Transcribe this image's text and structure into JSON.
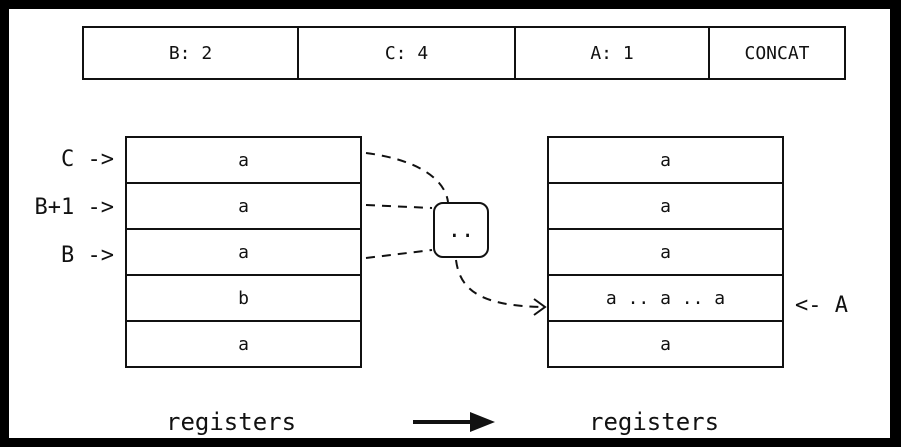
{
  "instruction": {
    "fields": [
      "B: 2",
      "C: 4",
      "A: 1",
      "CONCAT"
    ]
  },
  "left_registers": {
    "cells": [
      "a",
      "a",
      "a",
      "b",
      "a"
    ],
    "pointers": [
      "C ->",
      "B+1 ->",
      "B ->"
    ],
    "caption": "registers"
  },
  "right_registers": {
    "cells": [
      "a",
      "a",
      "a",
      "a .. a .. a",
      "a"
    ],
    "pointer": "<- A",
    "caption": "registers"
  },
  "operator_box": {
    "symbol": ".."
  }
}
